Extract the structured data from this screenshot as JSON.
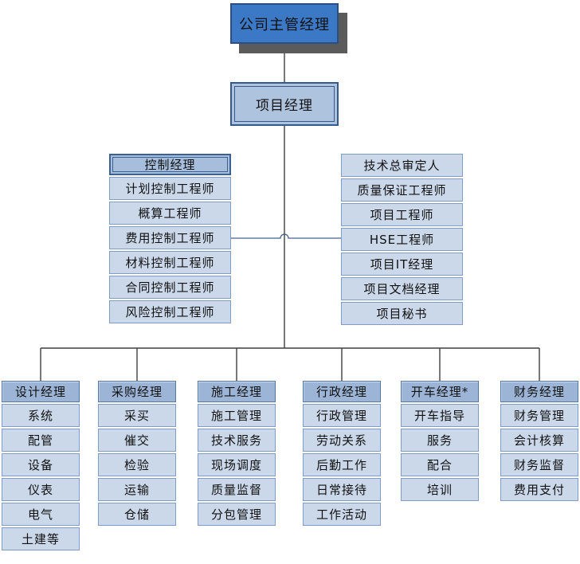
{
  "chart": {
    "root": "公司主管经理",
    "project_manager": "项目经理",
    "control_group": {
      "header": "控制经理",
      "items": [
        "计划控制工程师",
        "概算工程师",
        "费用控制工程师",
        "材料控制工程师",
        "合同控制工程师",
        "风险控制工程师"
      ]
    },
    "staff_group": {
      "items": [
        "技术总审定人",
        "质量保证工程师",
        "项目工程师",
        "HSE工程师",
        "项目IT经理",
        "项目文档经理",
        "项目秘书"
      ]
    },
    "departments": [
      {
        "header": "设计经理",
        "items": [
          "系统",
          "配管",
          "设备",
          "仪表",
          "电气",
          "土建等"
        ]
      },
      {
        "header": "采购经理",
        "items": [
          "采买",
          "催交",
          "检验",
          "运输",
          "仓储"
        ]
      },
      {
        "header": "施工经理",
        "items": [
          "施工管理",
          "技术服务",
          "现场调度",
          "质量监督",
          "分包管理"
        ]
      },
      {
        "header": "行政经理",
        "items": [
          "行政管理",
          "劳动关系",
          "后勤工作",
          "日常接待",
          "工作活动"
        ]
      },
      {
        "header": "开车经理*",
        "items": [
          "开车指导",
          "服务",
          "配合",
          "培训"
        ]
      },
      {
        "header": "财务经理",
        "items": [
          "财务管理",
          "会计核算",
          "财务监督",
          "费用支付"
        ]
      }
    ],
    "colors": {
      "root_fill": "#3b79c6",
      "root_border": "#2a4f83",
      "root_shadow": "#5b5b5b",
      "box_fill_light": "#cbd8ea",
      "box_border_light": "#7f9cc4",
      "header_fill": "#9cb5d7",
      "header_border": "#54779f",
      "mid_header_fill": "#a6bddb",
      "double_border": "#35598c",
      "connector_dark": "#3f3f3f",
      "connector_blue": "#44608a"
    }
  }
}
